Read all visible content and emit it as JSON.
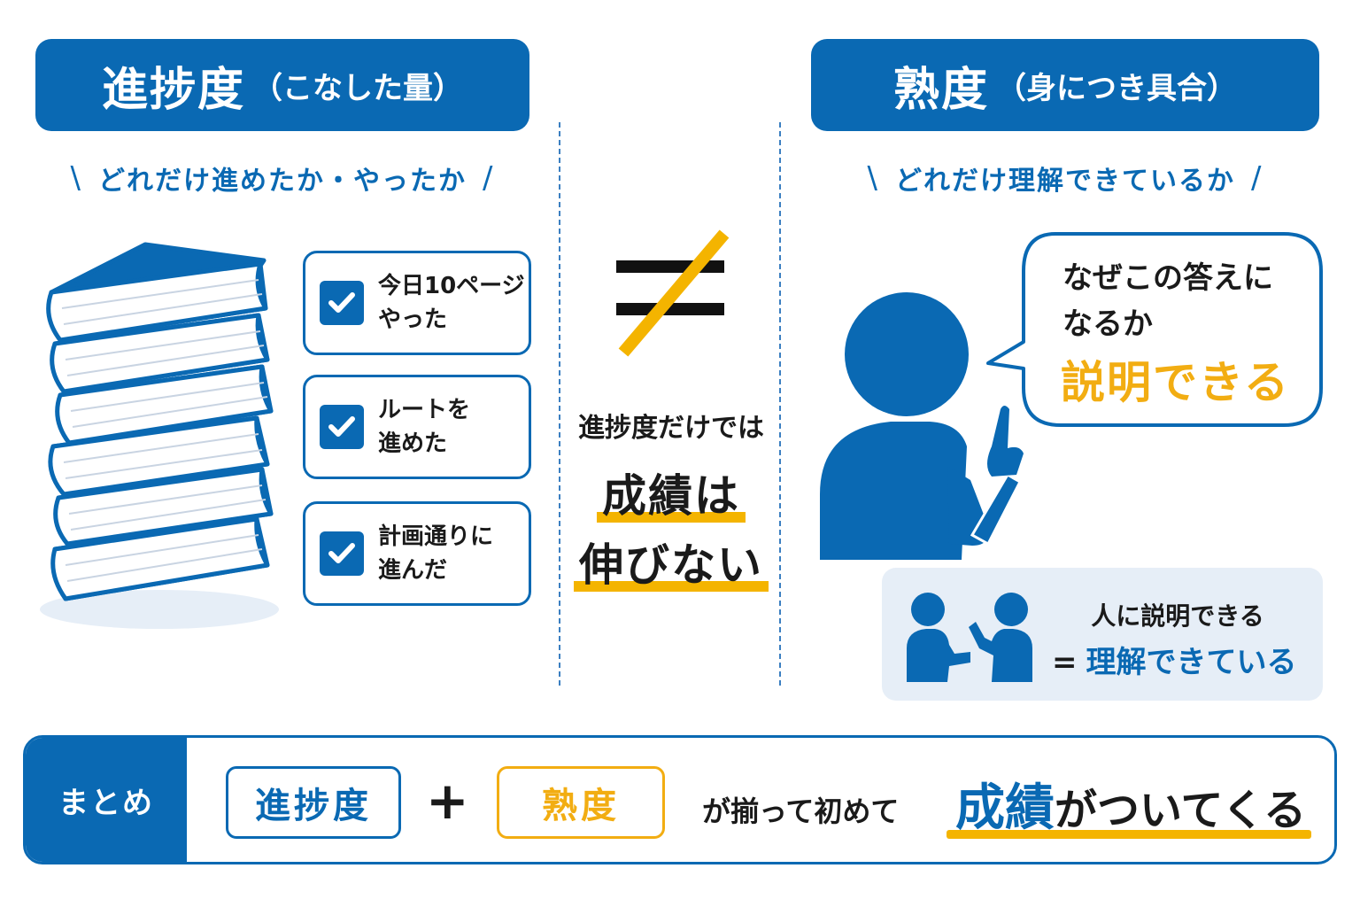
{
  "left": {
    "title": "進捗度",
    "title_sub": "（こなした量）",
    "subhead": "どれだけ進めたか・やったか",
    "checks": [
      "今日10ページ\nやった",
      "ルートを\n進めた",
      "計画通りに\n進んだ"
    ]
  },
  "right": {
    "title": "熟度",
    "title_sub": "（身につき具合）",
    "subhead": "どれだけ理解できているか",
    "bubble_line1": "なぜこの答えに",
    "bubble_line2": "なるか",
    "bubble_em": "説明できる",
    "explain_line1": "人に説明できる",
    "explain_eq": "=",
    "explain_line2": "理解できている"
  },
  "center": {
    "small": "進捗度だけでは",
    "big1": "成績は",
    "big2": "伸びない"
  },
  "summary": {
    "label": "まとめ",
    "box1": "進捗度",
    "plus": "+",
    "box2": "熟度",
    "mid": "が揃って初めて",
    "final_em": "成績",
    "final_rest": "がついてくる"
  },
  "colors": {
    "blue": "#0a69b3",
    "yellow": "#f2ad12",
    "panel": "#e6eef7"
  }
}
